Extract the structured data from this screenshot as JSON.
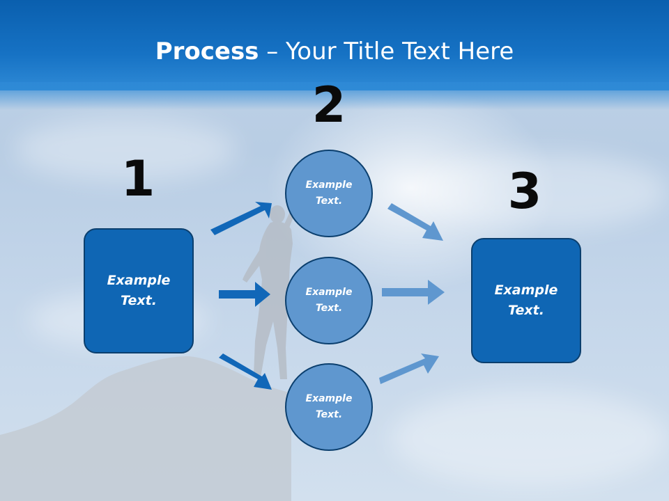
{
  "title": {
    "strong": "Process",
    "rest": " – Your Title Text Here"
  },
  "steps": {
    "one": {
      "number": "1",
      "text": "Example Text."
    },
    "two": {
      "number": "2",
      "items": [
        {
          "text": "Example Text."
        },
        {
          "text": "Example Text."
        },
        {
          "text": "Example Text."
        }
      ]
    },
    "three": {
      "number": "3",
      "text": "Example Text."
    }
  },
  "colors": {
    "header": "#1672c4",
    "box_fill": "#0f66b4",
    "circle_fill": "#5f97cf",
    "arrow_dark": "#1167b8",
    "arrow_light": "#5f97cf",
    "number_text": "#0a0a0a"
  }
}
